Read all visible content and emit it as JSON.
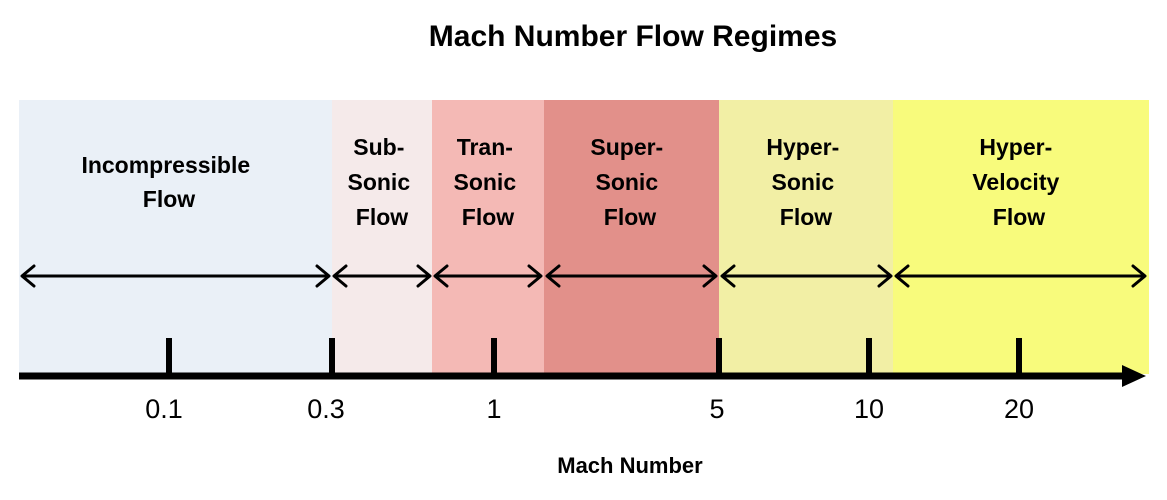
{
  "title": "Mach Number Flow Regimes",
  "axis_label": "Mach Number",
  "regimes": [
    {
      "lines": [
        "Incompressible",
        "Flow"
      ],
      "color": "#EAF0F7"
    },
    {
      "lines": [
        "Sub-",
        "Sonic",
        "Flow"
      ],
      "color": "#F5EAEA"
    },
    {
      "lines": [
        "Tran-",
        "Sonic",
        "Flow"
      ],
      "color": "#F4B9B5"
    },
    {
      "lines": [
        "Super-",
        "Sonic",
        "Flow"
      ],
      "color": "#E2908A"
    },
    {
      "lines": [
        "Hyper-",
        "Sonic",
        "Flow"
      ],
      "color": "#F2EFA5"
    },
    {
      "lines": [
        "Hyper-",
        "Velocity",
        "Flow"
      ],
      "color": "#F8FB7C"
    }
  ],
  "ticks": [
    "0.1",
    "0.3",
    "1",
    "5",
    "10",
    "20"
  ]
}
